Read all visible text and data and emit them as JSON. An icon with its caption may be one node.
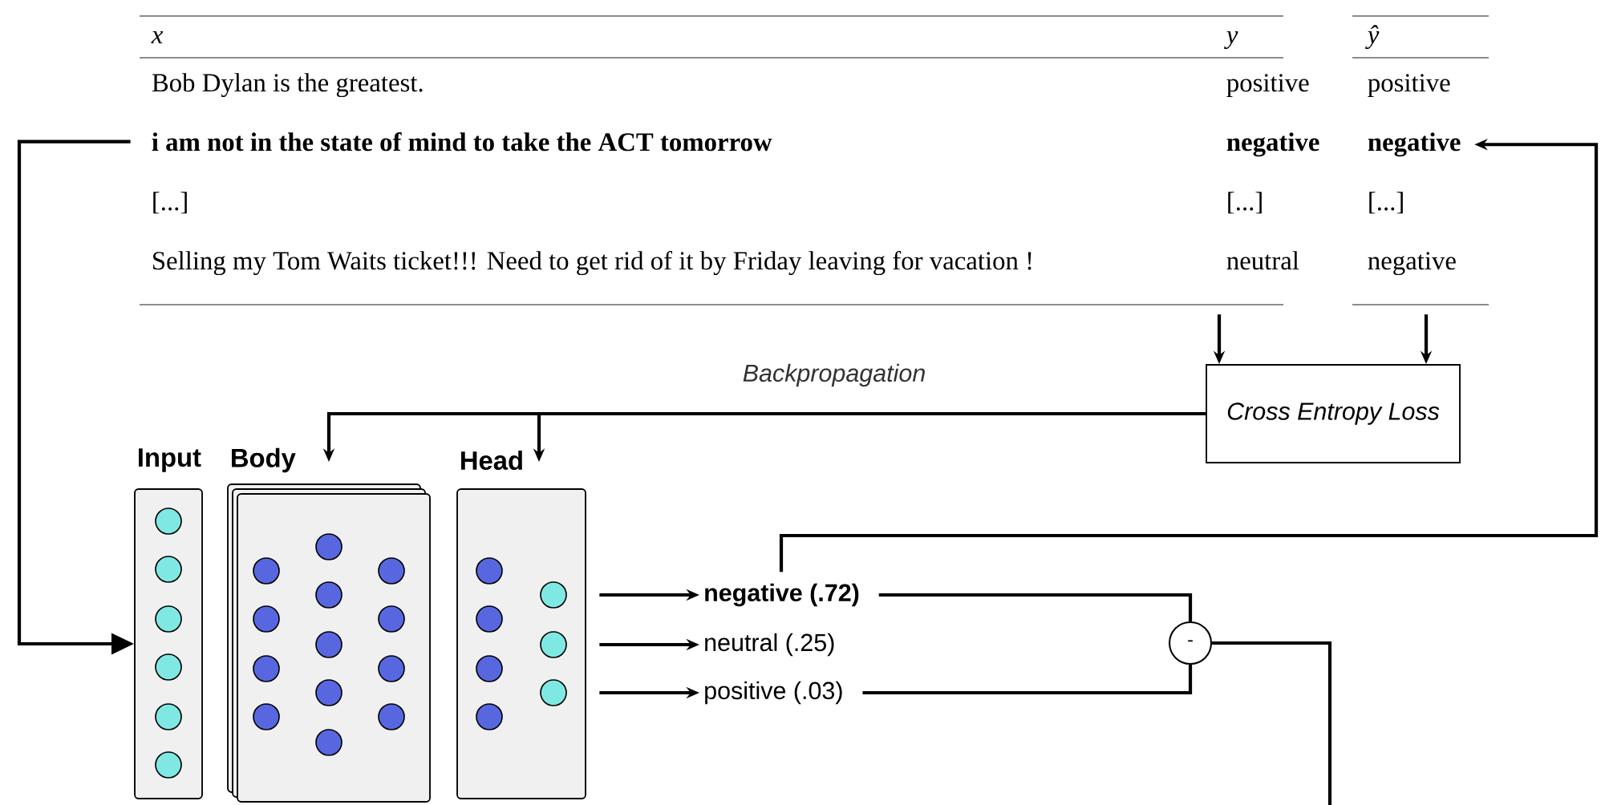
{
  "diagram": {
    "nodes": [
      {
        "text": [
          "x",
          "y",
          "Bob Dylan is the greatest.",
          "positive",
          "negative",
          "[...]",
          "[...]",
          "Selling my Tom Waits ticket!!! Need to get rid of it by Friday leaving for vacation !",
          "neutral"
        ]
      },
      {
        "text": [
          "i am not in the state of mind to take the ACT tomorrow"
        ],
        "in": 0
      },
      {
        "text": [
          "ŷ",
          "positive",
          "[...]",
          "negative"
        ]
      },
      {
        "text": [
          "negative"
        ],
        "in": 2
      },
      {
        "text": [
          "Cross Entropy Loss"
        ]
      },
      {
        "text": [
          "Input"
        ]
      },
      {
        "text": [
          "Body"
        ]
      },
      {
        "text": [
          "Head"
        ]
      },
      {
        "text": [
          "negative (.72)"
        ]
      },
      {
        "text": [
          "neutral (.25)"
        ]
      },
      {
        "text": [
          "positive (.03)"
        ]
      },
      {
        "text": [
          "-"
        ]
      }
    ],
    "edges": [
      {
        "from": 1,
        "to": 5,
        "arrow": "to"
      },
      {
        "from": 0,
        "to": 4,
        "arrow": "to"
      },
      {
        "from": 2,
        "to": 4,
        "arrow": "to"
      },
      {
        "from": 4,
        "to": 6,
        "arrow": "to",
        "label": "Backpropagation"
      },
      {
        "from": 4,
        "to": 7,
        "arrow": "to"
      },
      {
        "from": 7,
        "to": 8,
        "arrow": "to"
      },
      {
        "from": 7,
        "to": 9,
        "arrow": "to"
      },
      {
        "from": 7,
        "to": 10,
        "arrow": "to"
      },
      {
        "from": 8,
        "to": 11,
        "arrow": "none"
      },
      {
        "from": 10,
        "to": 11,
        "arrow": "none"
      },
      {
        "from": 11,
        "to": null,
        "arrow": "none"
      },
      {
        "from": 8,
        "to": 3,
        "arrow": "to"
      }
    ]
  }
}
